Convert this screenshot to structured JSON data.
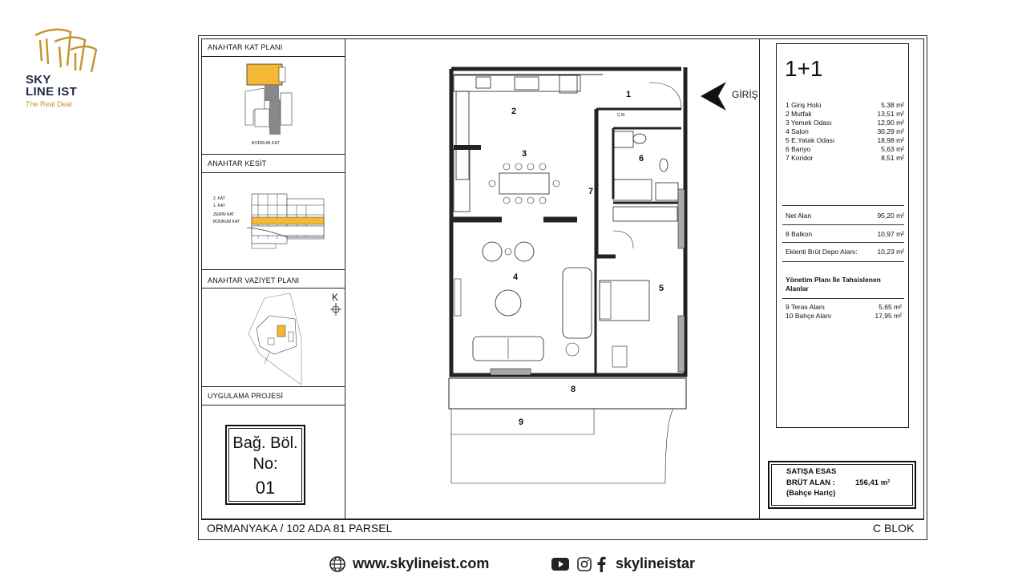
{
  "logo": {
    "line1": "SKY",
    "line2": "LINE IST",
    "tagline": "The Real Deal",
    "brand_color": "#1f2a44",
    "accent_color": "#c69530"
  },
  "sheet": {
    "key_floor_plan": "ANAHTAR KAT PLANI",
    "basement_label": "BODRUM KAT",
    "key_section": "ANAHTAR KESİT",
    "section_labels": [
      "2. KAT",
      "1. KAT",
      "ZEMİN KAT",
      "BODRUM KAT"
    ],
    "key_site_plan": "ANAHTAR VAZİYET PLANI",
    "north": "K",
    "project": "UYGULAMA PROJESİ",
    "unit_no": [
      "Bağ. Böl.",
      "No:",
      "01"
    ],
    "footer_left": "ORMANYAKA / 102 ADA 81 PARSEL",
    "footer_right": "C BLOK"
  },
  "plan": {
    "entrance": "GİRİŞ",
    "cm": "Ç.M.",
    "room_numbers": [
      "1",
      "2",
      "3",
      "4",
      "5",
      "6",
      "7",
      "8",
      "9"
    ]
  },
  "info": {
    "type": "1+1",
    "rooms": [
      {
        "name": "1 Giriş Holü",
        "area": "5,38 m²"
      },
      {
        "name": "2 Mutfak",
        "area": "13,51 m²"
      },
      {
        "name": "3 Yemek Odası",
        "area": "12,90 m²"
      },
      {
        "name": "4 Salon",
        "area": "30,29 m²"
      },
      {
        "name": "5 E.Yatak Odası",
        "area": "18,98 m²"
      },
      {
        "name": "6 Banyo",
        "area": "5,63 m²"
      },
      {
        "name": "7 Koridor",
        "area": "8,51 m²"
      }
    ],
    "net_label": "Net Alan",
    "net_value": "95,20 m²",
    "balcony_label": "8 Balkon",
    "balcony_value": "10,97 m²",
    "storage_label": "Eklenti Brüt Depo Alanı:",
    "storage_value": "10,23 m²",
    "mgmt_title": "Yönetim Planı İle Tahsislenen Alanlar",
    "terrace_label": "9 Teras Alanı",
    "terrace_value": "5,65 m²",
    "garden_label": "10 Bahçe Alanı",
    "garden_value": "17,95 m²",
    "sale_title": "SATIŞA ESAS",
    "gross_label": "BRÜT ALAN :",
    "gross_value": "156,41 m²",
    "gross_note": "(Bahçe Hariç)"
  },
  "bottom": {
    "website": "www.skylineist.com",
    "social": "skylineistar"
  },
  "colors": {
    "highlight": "#f5b835",
    "wall": "#222222",
    "grey": "#9a9a9a"
  }
}
